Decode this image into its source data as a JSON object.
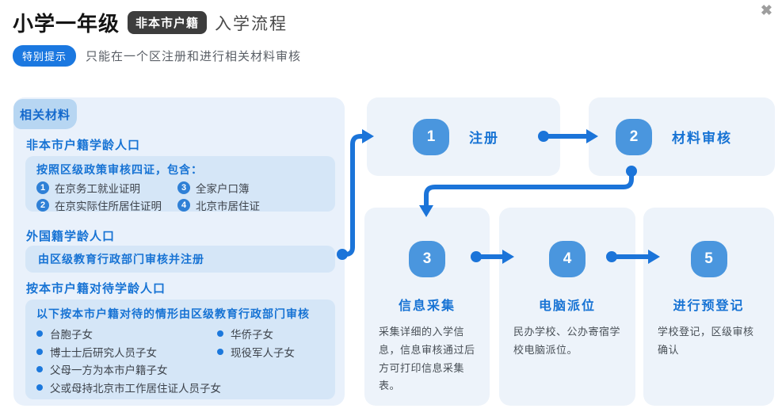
{
  "header": {
    "title": "小学一年级",
    "badge": "非本市户籍",
    "subtitle": "入学流程",
    "close_glyph": "✖"
  },
  "tip": {
    "label": "特别提示",
    "text": "只能在一个区注册和进行相关材料审核"
  },
  "materials_panel": {
    "tab": "相关材料",
    "sections": [
      {
        "heading": "非本市户籍学龄人口",
        "box_title": "按照区级政策审核四证，包含：",
        "items": [
          {
            "num": "1",
            "text": "在京务工就业证明"
          },
          {
            "num": "2",
            "text": "在京实际住所居住证明"
          },
          {
            "num": "3",
            "text": "全家户口簿"
          },
          {
            "num": "4",
            "text": "北京市居住证"
          }
        ]
      },
      {
        "heading": "外国籍学龄人口",
        "box_title": "由区级教育行政部门审核并注册"
      },
      {
        "heading": "按本市户籍对待学龄人口",
        "box_title": "以下按本市户籍对待的情形由区级教育行政部门审核",
        "bullets_left": [
          "台胞子女",
          "博士士后研究人员子女",
          "父母一方为本市户籍子女",
          "父或母持北京市工作居住证人员子女"
        ],
        "bullets_right": [
          "华侨子女",
          "现役军人子女"
        ]
      }
    ]
  },
  "flow": {
    "steps": [
      {
        "num": "1",
        "label": "注册",
        "desc": ""
      },
      {
        "num": "2",
        "label": "材料审核",
        "desc": ""
      },
      {
        "num": "3",
        "label": "信息采集",
        "desc": "采集详细的入学信息，信息审核通过后方可打印信息采集表。"
      },
      {
        "num": "4",
        "label": "电脑派位",
        "desc": "民办学校、公办寄宿学校电脑派位。"
      },
      {
        "num": "5",
        "label": "进行预登记",
        "desc": "学校登记，区级审核确认"
      }
    ]
  },
  "colors": {
    "accent_blue": "#1b74d9",
    "circle_blue": "#4a96de",
    "panel_bg": "#e9f1fb",
    "inner_box_bg": "#d5e6f7",
    "card_bg": "#edf3fa",
    "tab_bg": "#b7d6f2",
    "badge_dark": "#3d3d3d"
  }
}
